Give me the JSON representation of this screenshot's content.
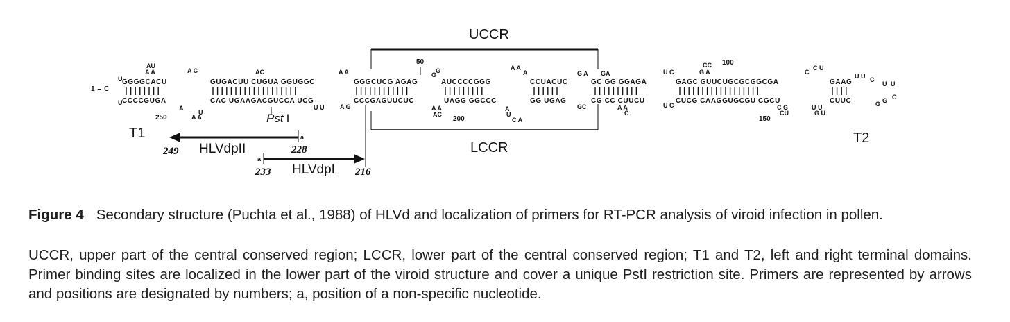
{
  "figure": {
    "label": "Figure 4",
    "title": "Secondary structure (Puchta et al., 1988) of HLVd and localization of primers for RT-PCR analysis of viroid infection in pollen.",
    "description": "UCCR, upper part of the central conserved region; LCCR, lower part of the central conserved region; T1 and T2, left and right terminal domains. Primer binding sites are localized in the lower part of the viroid structure and cover a unique PstI restriction site. Primers are represented by arrows and positions are designated by numbers; a, position of a non-specific nucleotide."
  },
  "diagram": {
    "regions": {
      "uccr": "UCCR",
      "lccr": "LCCR",
      "t1": "T1",
      "t2": "T2"
    },
    "restriction_site": {
      "name": "Pst",
      "suffix": "I"
    },
    "primers": [
      {
        "name": "HLVdpII",
        "start": "249",
        "end": "228",
        "nonspecific_mark": "a"
      },
      {
        "name": "HLVdpI",
        "start": "233",
        "end": "216",
        "nonspecific_mark": "a"
      }
    ],
    "sequence_labels": {
      "start": "1 – C",
      "n50": "50",
      "n100": "100",
      "n150": "150",
      "n200": "200",
      "n250": "250"
    },
    "upper_strand": [
      "GGGGCACU",
      "GUGACUU CUGUA GGUGGC",
      "GGGCUCG AGAG",
      "AUCCCCGGG",
      "CCUACUC",
      "GC GG GGAGA",
      "GAGC GUUCUGCGCGGCGA",
      "GAAG"
    ],
    "lower_strand": [
      "CCCCGUGA",
      "CAC UGAAGACGUCCA UCG",
      "CCCGAGUUCUC",
      "UAGG GGCCC",
      "GG UGAG",
      "CG CC CUUCU",
      "CUCG CAAGGUGCGU CGCU",
      "CUUC"
    ]
  }
}
